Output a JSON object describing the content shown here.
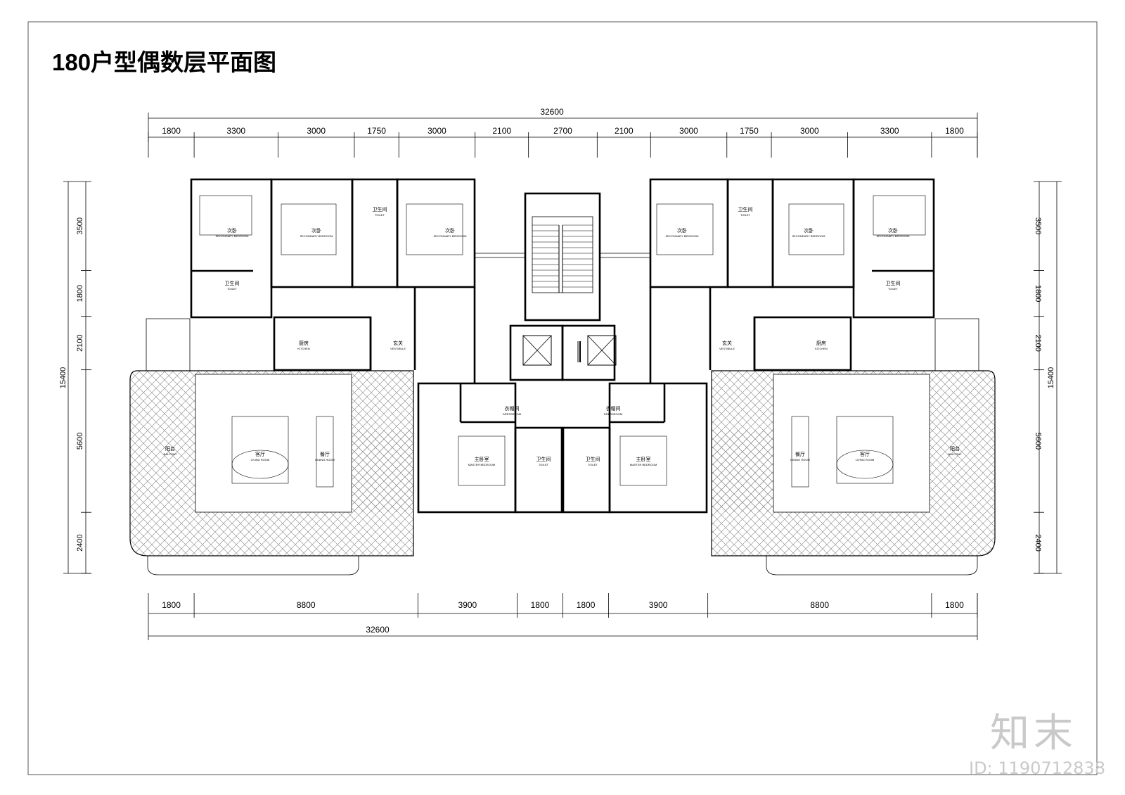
{
  "title": "180户型偶数层平面图",
  "dims": {
    "top_total": "32600",
    "top_segments": [
      "1800",
      "3300",
      "3000",
      "1750",
      "3000",
      "2100",
      "2700",
      "2100",
      "3000",
      "1750",
      "3000",
      "3300",
      "1800"
    ],
    "bottom_total": "32600",
    "bottom_segments": [
      "1800",
      "8800",
      "3900",
      "1800",
      "1800",
      "3900",
      "8800",
      "1800"
    ],
    "side_total": "15400",
    "side_segments": [
      "3500",
      "1800",
      "2100",
      "5600",
      "2400"
    ]
  },
  "rooms": {
    "secondary_bedroom_cn": "次卧",
    "secondary_bedroom_en": "SECONDARY BEDROOM",
    "toilet_cn": "卫生间",
    "toilet_en": "TOILET",
    "kitchen_cn": "厨房",
    "kitchen_en": "KITCHEN",
    "vestibule_cn": "玄关",
    "vestibule_en": "VESTIBULE",
    "living_cn": "客厅",
    "living_en": "LIVING ROOM",
    "dining_cn": "餐厅",
    "dining_en": "DINING ROOM",
    "balcony_cn": "阳台",
    "balcony_en": "BALCONY",
    "dressroom_cn": "衣帽间",
    "dressroom_en": "DRESSROOM",
    "master_cn": "主卧室",
    "master_en": "MASTER BEDROOM"
  },
  "watermark": {
    "logo": "知末",
    "id": "ID: 1190712838"
  }
}
